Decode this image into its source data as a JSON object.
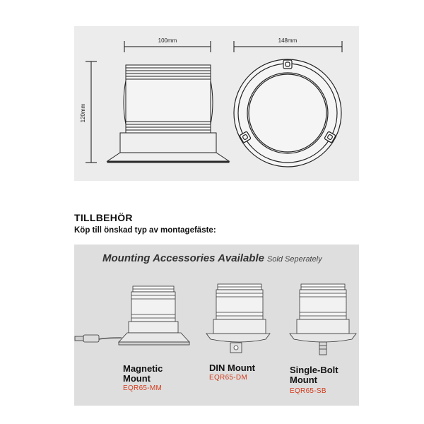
{
  "dimensions": {
    "width_front": "100mm",
    "width_top": "148mm",
    "height": "120mm"
  },
  "section": {
    "title": "TILLBEHÖR",
    "subtitle": "Köp till önskad typ av montagefäste:"
  },
  "accessories": {
    "title": "Mounting Accessories Available",
    "note": "Sold Seperately",
    "items": [
      {
        "name_line1": "Magnetic",
        "name_line2": "Mount",
        "code": "EQR65-MM"
      },
      {
        "name_line1": "DIN Mount",
        "name_line2": "",
        "code": "EQR65-DM"
      },
      {
        "name_line1": "Single-Bolt",
        "name_line2": "Mount",
        "code": "EQR65-SB"
      }
    ]
  },
  "colors": {
    "code_red": "#d23c1e",
    "panel_gray": "#e9e9e9"
  }
}
